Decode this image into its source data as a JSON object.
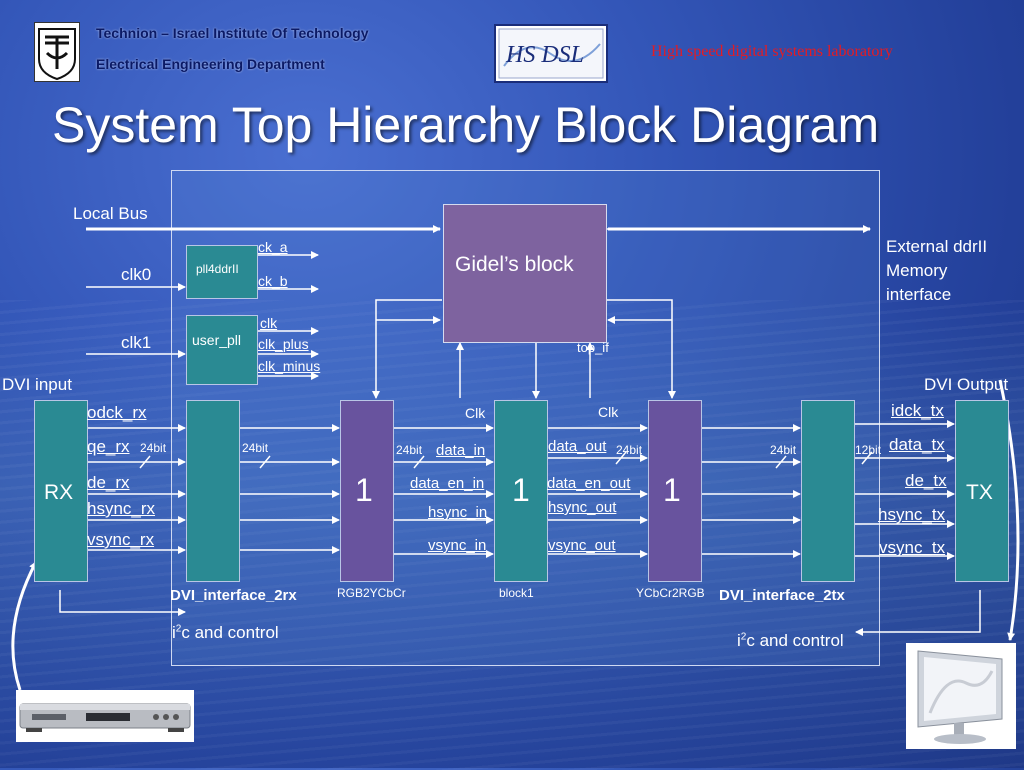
{
  "header": {
    "university": "Technion – Israel Institute Of Technology",
    "department": "Electrical Engineering Department",
    "logo_text": "HS DSL",
    "lab": "High speed digital systems laboratory",
    "title": "System Top Hierarchy Block Diagram"
  },
  "diagram": {
    "local_bus": "Local Bus",
    "clk0": "clk0",
    "clk1": "clk1",
    "dvi_input": "DVI input",
    "dvi_output": "DVI Output",
    "ext_memory": [
      "External ddrII",
      "Memory",
      "interface"
    ],
    "pll4ddrII": {
      "name": "pll4ddrII",
      "ck_a": "ck_a",
      "ck_b": "ck_b"
    },
    "user_pll": {
      "name": "user_pll",
      "clk": "clk",
      "clk_plus": "clk_plus",
      "clk_minus": "clk_minus"
    },
    "gidel": {
      "name": "Gidel’s block",
      "top_if": "top_if"
    },
    "rx": {
      "name": "RX",
      "ports": [
        "odck_rx",
        "qe_rx",
        "de_rx",
        "hsync_rx",
        "vsync_rx"
      ]
    },
    "tx": {
      "name": "TX",
      "ports": [
        "idck_tx",
        "data_tx",
        "de_tx",
        "hsync_tx",
        "vsync_tx"
      ]
    },
    "dvi_interface_2rx": {
      "name": "DVI_interface_2rx",
      "bus_in": "24bit",
      "bus_out": "24bit"
    },
    "rgb2ycbcr": {
      "name": "RGB2YCbCr",
      "num": "1",
      "bus_out": "24bit"
    },
    "block1": {
      "name": "block1",
      "num": "1",
      "clk": "Clk",
      "in_ports": [
        "data_in",
        "data_en_in",
        "hsync_in",
        "vsync_in"
      ],
      "out_ports": [
        "data_out",
        "data_en_out",
        "hsync_out",
        "vsync_out"
      ],
      "bus_out": "24bit"
    },
    "ycbcr2rgb": {
      "name": "YCbCr2RGB",
      "num": "1",
      "clk": "Clk",
      "bus_out": "24bit"
    },
    "dvi_interface_2tx": {
      "name": "DVI_interface_2tx",
      "bus_out": "12bit"
    },
    "i2c_left": {
      "prefix": "i",
      "sup": "2",
      "suffix": "c and  control"
    },
    "i2c_right": {
      "prefix": "i",
      "sup": "2",
      "suffix": "c and  control"
    }
  },
  "colors": {
    "background": "#2b4aa8",
    "teal_block": "#2a8a93",
    "purple_block": "#68539e",
    "gidel_block": "#7e639f",
    "title": "#ffffff",
    "lab_text": "#e41b23"
  }
}
